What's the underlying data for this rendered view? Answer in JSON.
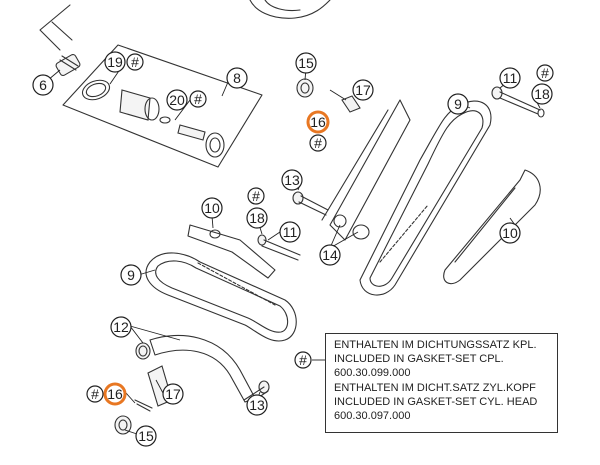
{
  "callouts": {
    "c6": "6",
    "c8": "8",
    "c9a": "9",
    "c9b": "9",
    "c10a": "10",
    "c10b": "10",
    "c11a": "11",
    "c11b": "11",
    "c12": "12",
    "c13a": "13",
    "c13b": "13",
    "c14": "14",
    "c15a": "15",
    "c15b": "15",
    "c16a": "16",
    "c16b": "16",
    "c17a": "17",
    "c17b": "17",
    "c18a": "18",
    "c18b": "18",
    "c19": "19",
    "c20": "20",
    "hash": "#"
  },
  "legend": {
    "line1": "ENTHALTEN IM DICHTUNGSSATZ KPL.",
    "line2": "INCLUDED IN GASKET-SET CPL.",
    "line3": "600.30.099.000",
    "line4": "ENTHALTEN IM DICHT.SATZ ZYL.KOPF",
    "line5": "INCLUDED IN GASKET-SET CYL. HEAD",
    "line6": "600.30.097.000"
  },
  "colors": {
    "highlight": "#e87722",
    "line": "#333333"
  }
}
